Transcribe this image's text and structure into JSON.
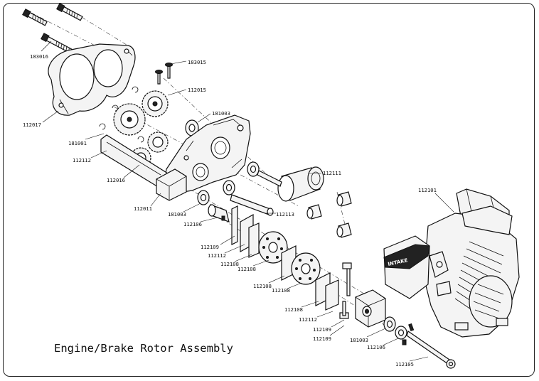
{
  "title": "Engine/Brake Rotor Assembly",
  "engine_label": "INTAKE",
  "part_labels": [
    {
      "id": "p183016",
      "text": "183016"
    },
    {
      "id": "p183015",
      "text": "183015"
    },
    {
      "id": "p112015",
      "text": "112015"
    },
    {
      "id": "p112017",
      "text": "112017"
    },
    {
      "id": "p181003a",
      "text": "181003"
    },
    {
      "id": "p181001",
      "text": "181001"
    },
    {
      "id": "p112112a",
      "text": "112112"
    },
    {
      "id": "p112016",
      "text": "112016"
    },
    {
      "id": "p112011",
      "text": "112011"
    },
    {
      "id": "p181003b",
      "text": "181003"
    },
    {
      "id": "p112106a",
      "text": "112106"
    },
    {
      "id": "p112113",
      "text": "112113"
    },
    {
      "id": "p112111",
      "text": "112111"
    },
    {
      "id": "p112109a",
      "text": "112109"
    },
    {
      "id": "p112112b",
      "text": "112112"
    },
    {
      "id": "p112108a",
      "text": "112108"
    },
    {
      "id": "p112108b",
      "text": "112108"
    },
    {
      "id": "p112108c",
      "text": "112108"
    },
    {
      "id": "p112108d",
      "text": "112108"
    },
    {
      "id": "p112108e",
      "text": "112108"
    },
    {
      "id": "p112112c",
      "text": "112112"
    },
    {
      "id": "p112109b",
      "text": "112109"
    },
    {
      "id": "p112109c",
      "text": "112109"
    },
    {
      "id": "p181003c",
      "text": "181003"
    },
    {
      "id": "p112106b",
      "text": "112106"
    },
    {
      "id": "p112105",
      "text": "112105"
    },
    {
      "id": "p112101",
      "text": "112101"
    }
  ]
}
